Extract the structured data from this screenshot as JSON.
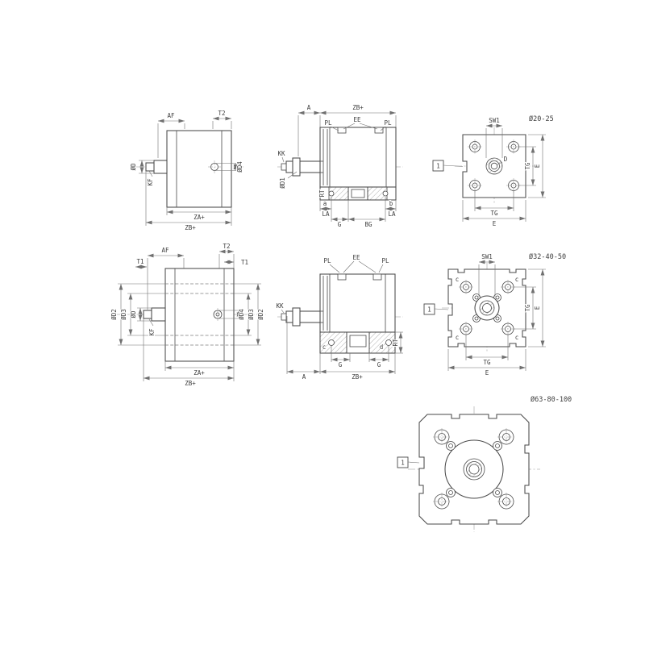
{
  "sheet": {
    "g2025": {
      "size_label": "Ø20-25",
      "side": {
        "af": "AF",
        "t2": "T2",
        "od": "ØD",
        "kf": "KF",
        "od4": "ØD4",
        "za": "ZA+",
        "zb": "ZB+"
      },
      "section": {
        "a": "A",
        "zb": "ZB+",
        "pl": "PL",
        "ee": "EE",
        "kk": "KK",
        "od1": "ØD1",
        "rt": "RT",
        "ref_a": "a",
        "ref_b": "b",
        "la": "LA",
        "g": "G",
        "bg": "BG"
      },
      "front": {
        "sw1": "SW1",
        "ref1": "1",
        "d": "D",
        "tg": "TG",
        "e": "E"
      }
    },
    "g3250": {
      "size_label": "Ø32-40-50",
      "side": {
        "af": "AF",
        "t1": "T1",
        "t2": "T2",
        "od": "ØD",
        "od2": "ØD2",
        "od3": "ØD3",
        "od4": "ØD4",
        "kf": "KF",
        "za": "ZA+",
        "zb": "ZB+"
      },
      "section": {
        "pl": "PL",
        "ee": "EE",
        "kk": "KK",
        "rt": "RT",
        "ref_c": "c",
        "ref_d": "d",
        "g": "G",
        "a": "A",
        "zb": "ZB+"
      },
      "front": {
        "sw1": "SW1",
        "ref1": "1",
        "ref_c": "c",
        "tg": "TG",
        "e": "E"
      }
    },
    "g63100": {
      "size_label": "Ø63-80-100",
      "front": {
        "ref1": "1"
      }
    }
  }
}
